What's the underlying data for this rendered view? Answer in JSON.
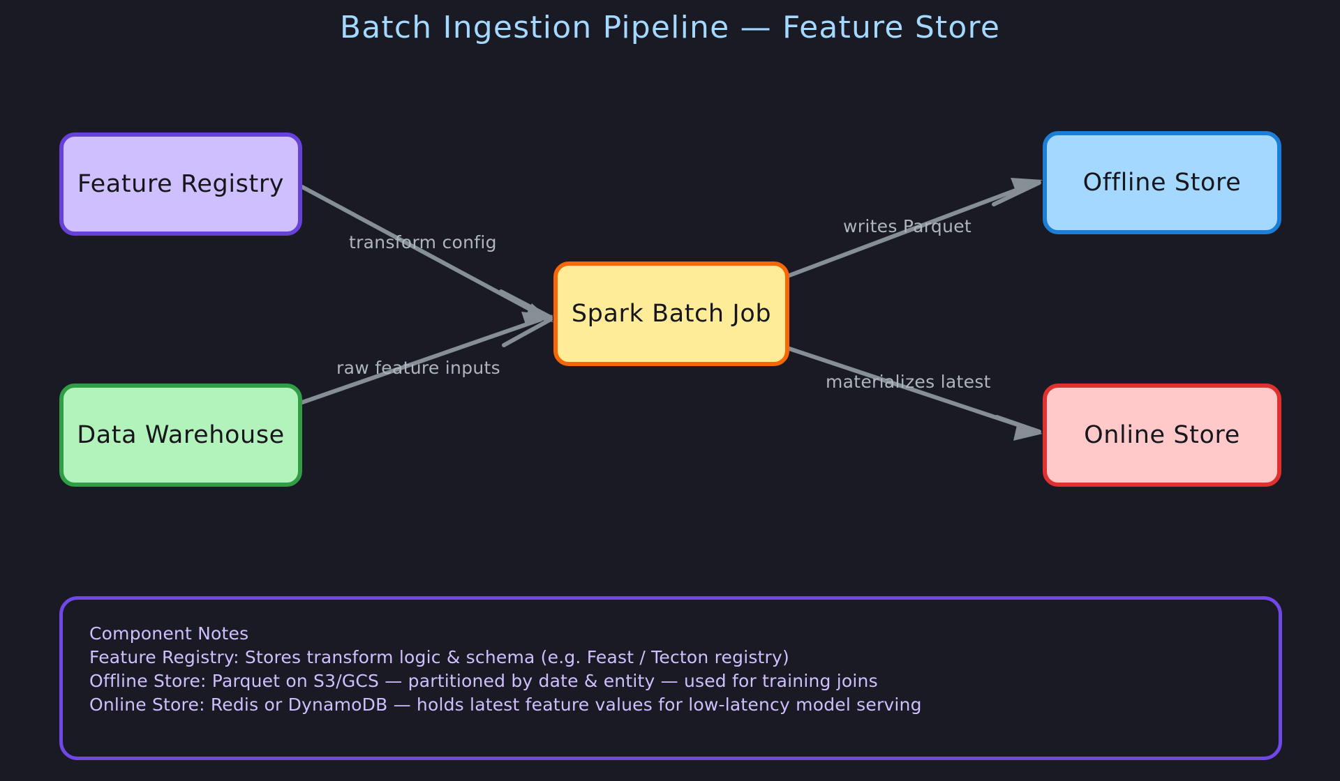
{
  "title": "Batch Ingestion Pipeline — Feature Store",
  "theme": {
    "background": "#191a23",
    "title_color": "#a5d8ff",
    "edge_color": "#868e96",
    "edge_label_color": "#adb5bd",
    "notes_border": "#7048e8",
    "notes_text": "#d0bfff"
  },
  "nodes": [
    {
      "id": "feature-registry",
      "label": "Feature Registry",
      "fill": "#d0bfff",
      "stroke": "#6741d9"
    },
    {
      "id": "data-warehouse",
      "label": "Data Warehouse",
      "fill": "#b2f2bb",
      "stroke": "#2f9e44"
    },
    {
      "id": "spark-batch-job",
      "label": "Spark Batch Job",
      "fill": "#ffec99",
      "stroke": "#f76707"
    },
    {
      "id": "offline-store",
      "label": "Offline Store",
      "fill": "#a5d8ff",
      "stroke": "#1c7ed6"
    },
    {
      "id": "online-store",
      "label": "Online Store",
      "fill": "#ffc9c9",
      "stroke": "#e03131"
    }
  ],
  "edges": [
    {
      "id": "transform-config",
      "from": "feature-registry",
      "to": "spark-batch-job",
      "label": "transform config"
    },
    {
      "id": "raw-feature-inputs",
      "from": "data-warehouse",
      "to": "spark-batch-job",
      "label": "raw feature inputs"
    },
    {
      "id": "writes-parquet",
      "from": "spark-batch-job",
      "to": "offline-store",
      "label": "writes Parquet"
    },
    {
      "id": "materializes-latest",
      "from": "spark-batch-job",
      "to": "online-store",
      "label": "materializes latest"
    }
  ],
  "notes": {
    "heading": "Component Notes",
    "lines": [
      "Feature Registry: Stores transform logic & schema (e.g. Feast / Tecton registry)",
      "Offline Store: Parquet on S3/GCS — partitioned by date & entity — used for training joins",
      "Online Store: Redis or DynamoDB — holds latest feature values for low-latency model serving"
    ]
  }
}
